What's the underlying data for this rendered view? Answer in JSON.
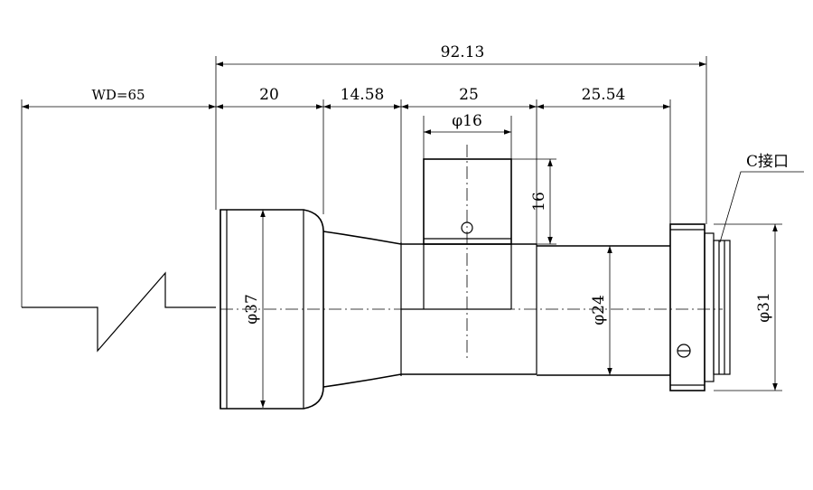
{
  "dimensions": {
    "total_length": "92.13",
    "working_distance": "WD=65",
    "front_length": "20",
    "taper_length": "14.58",
    "coax_length": "25",
    "rear_length": "25.54",
    "port_diameter": "φ16",
    "port_height": "16",
    "front_diameter": "φ37",
    "body_diameter": "φ24",
    "mount_diameter": "φ31"
  },
  "callouts": {
    "mount_label": "C接口"
  }
}
